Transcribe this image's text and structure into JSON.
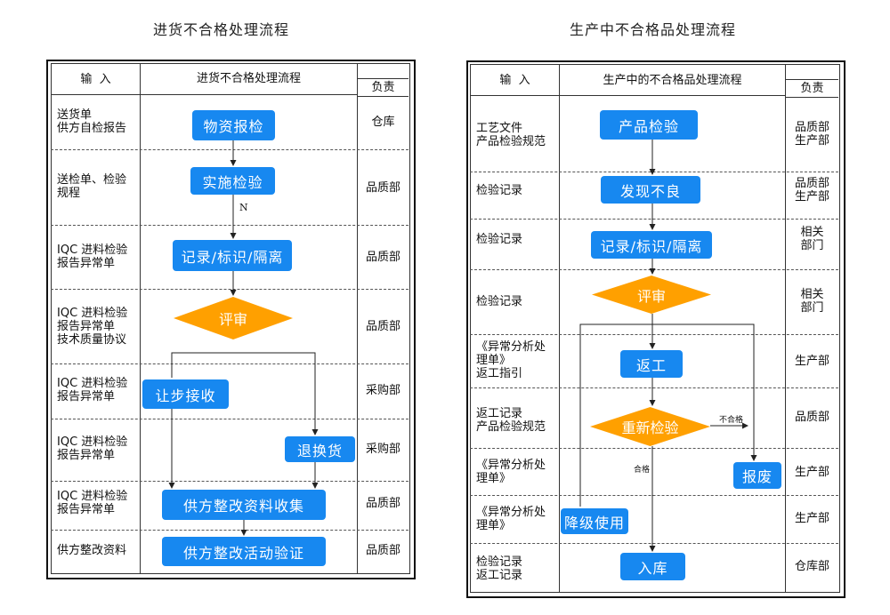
{
  "left": {
    "title": "进货不合格处理流程",
    "header": {
      "input": "输  入",
      "flow": "进货不合格处理流程",
      "owner": "负责"
    },
    "rows": [
      {
        "input": "送货单\n供方自检报告",
        "owner": "仓库"
      },
      {
        "input": "送检单、检验\n规程",
        "owner": "品质部"
      },
      {
        "input": "IQC 进料检验\n报告异常单",
        "owner": "品质部"
      },
      {
        "input": "IQC 进料检验\n报告异常单\n技术质量协议",
        "owner": "品质部"
      },
      {
        "input": "IQC 进料检验\n报告异常单",
        "owner": "采购部"
      },
      {
        "input": "IQC 进料检验\n报告异常单",
        "owner": "采购部"
      },
      {
        "input": "IQC 进料检验\n报告异常单",
        "owner": "品质部"
      },
      {
        "input": "供方整改资料",
        "owner": "品质部"
      }
    ],
    "nodes": {
      "n1": "物资报检",
      "n2": "实施检验",
      "n3": "记录/标识/隔离",
      "n4": "评审",
      "n5": "让步接收",
      "n6": "退换货",
      "n7": "供方整改资料收集",
      "n8": "供方整改活动验证"
    },
    "edge_label_n": "N"
  },
  "right": {
    "title": "生产中不合格品处理流程",
    "header": {
      "input": "输  入",
      "flow": "生产中的不合格品处理流程",
      "owner": "负责"
    },
    "rows": [
      {
        "input": "工艺文件\n产品检验规范",
        "owner": "品质部\n生产部"
      },
      {
        "input": "检验记录",
        "owner": "品质部\n生产部"
      },
      {
        "input": "检验记录",
        "owner": "相关\n部门"
      },
      {
        "input": "检验记录",
        "owner": "相关\n部门"
      },
      {
        "input": "《异常分析处\n理单》\n返工指引",
        "owner": "生产部"
      },
      {
        "input": "返工记录\n产品检验规范",
        "owner": "品质部"
      },
      {
        "input": "《异常分析处\n理单》",
        "owner": "生产部"
      },
      {
        "input": "《异常分析处\n理单》",
        "owner": "生产部"
      },
      {
        "input": "检验记录\n返工记录",
        "owner": "仓库部"
      }
    ],
    "nodes": {
      "n1": "产品检验",
      "n2": "发现不良",
      "n3": "记录/标识/隔离",
      "n4": "评审",
      "n5": "返工",
      "n6": "重新检验",
      "n7": "报废",
      "n8": "降级使用",
      "n9": "入库"
    },
    "label_fail": "不合格",
    "label_pass": "合格"
  },
  "colors": {
    "box": "#1788f0",
    "diamond": "#ffa000"
  }
}
